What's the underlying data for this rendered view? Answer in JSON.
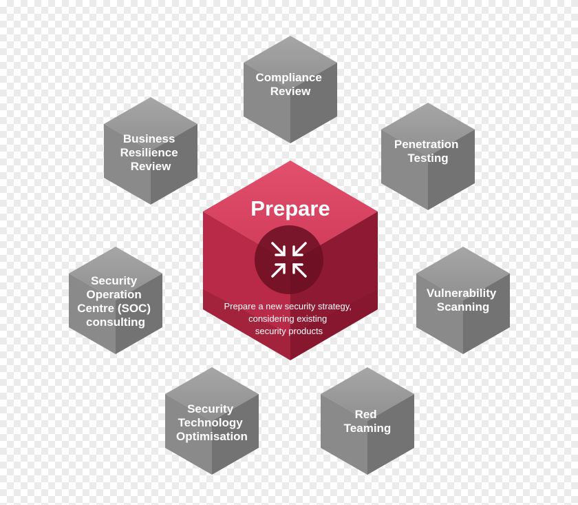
{
  "diagram": {
    "center": {
      "title": "Prepare",
      "description_lines": [
        "Prepare a new security strategy,",
        "considering existing",
        "security products"
      ],
      "icon": "compress-arrows-icon"
    },
    "hexagons": [
      {
        "lines": [
          "Compliance",
          "Review"
        ]
      },
      {
        "lines": [
          "Penetration",
          "Testing"
        ]
      },
      {
        "lines": [
          "Vulnerability",
          "Scanning"
        ]
      },
      {
        "lines": [
          "Red",
          "Teaming"
        ]
      },
      {
        "lines": [
          "Security",
          "Technology",
          "Optimisation"
        ]
      },
      {
        "lines": [
          "Security",
          "Operation",
          "Centre (SOC)",
          "consulting"
        ]
      },
      {
        "lines": [
          "Business",
          "Resilience",
          "Review"
        ]
      }
    ]
  }
}
